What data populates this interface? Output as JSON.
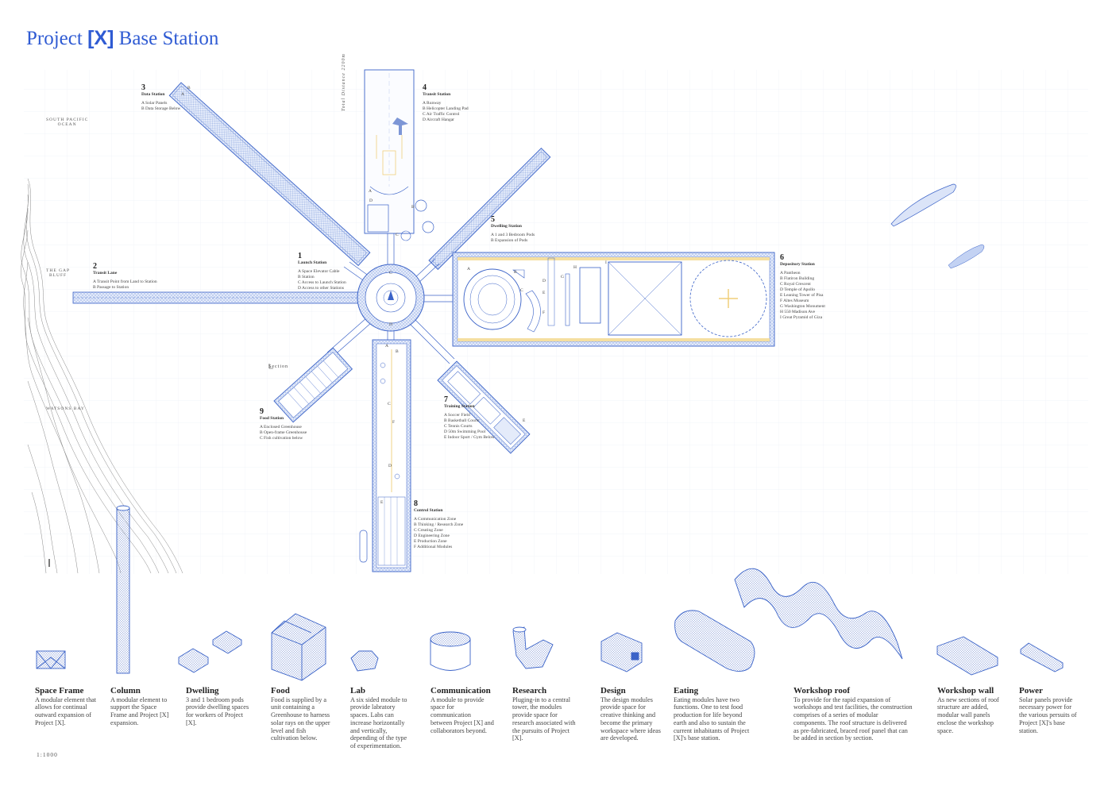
{
  "title": {
    "pre": "Project",
    "x": "[X]",
    "post": "Base Station"
  },
  "geo": {
    "ocean": [
      "SOUTH PACIFIC",
      "OCEAN"
    ],
    "bluff": [
      "THE GAP",
      "BLUFF"
    ],
    "bay": "WATSONS BAY"
  },
  "distance_label": "Total Distance 2200m",
  "section_label": "Section",
  "stations": [
    {
      "num": "1",
      "name": "Launch Station",
      "items": [
        "A  Space Elevator Cable",
        "B  Station",
        "C  Access to Launch Station",
        "D  Access to other Stations"
      ]
    },
    {
      "num": "2",
      "name": "Transit Lane",
      "items": [
        "A  Transit Point from Land to Station",
        "B  Passage to Station"
      ]
    },
    {
      "num": "3",
      "name": "Data Station",
      "items": [
        "A  Solar Panels",
        "B  Data Storage Below"
      ]
    },
    {
      "num": "4",
      "name": "Transit Station",
      "items": [
        "A  Runway",
        "B  Helicopter Landing Pad",
        "C  Air Traffic Control",
        "D  Aircraft Hangar"
      ]
    },
    {
      "num": "5",
      "name": "Dwelling Station",
      "items": [
        "A  1 and 3 Bedroom Pods",
        "B  Expansion of Pods"
      ]
    },
    {
      "num": "6",
      "name": "Depository Station",
      "items": [
        "A  Pantheon",
        "B  Flatiron Building",
        "C  Royal Crescent",
        "D  Temple of Apollo",
        "E  Leaning Tower of Pisa",
        "F  Altes Museum",
        "G  Washington Monument",
        "H  550 Madison Ave",
        "I  Great Pyramid of Giza"
      ]
    },
    {
      "num": "7",
      "name": "Training Station",
      "items": [
        "A  Soccer Field",
        "B  Basketball Courts",
        "C  Tennis Courts",
        "D  50m Swimming Pool",
        "E  Indoor Sport / Gym Below"
      ]
    },
    {
      "num": "8",
      "name": "Control Station",
      "items": [
        "A  Communication Zone",
        "B  Thinking / Research Zone",
        "C  Creating Zone",
        "D  Engineering Zone",
        "E  Production Zone",
        "F  Additional Modules"
      ]
    },
    {
      "num": "9",
      "name": "Food Station",
      "items": [
        "A  Enclosed Greenhouse",
        "B  Open-frame Greenhouse",
        "C  Fish cultivation below"
      ]
    }
  ],
  "plan_letters": [
    "A",
    "B",
    "C",
    "D",
    "A",
    "B",
    "C",
    "D",
    "E",
    "F",
    "G",
    "H",
    "I",
    "A",
    "B",
    "C",
    "D",
    "E",
    "A",
    "B",
    "C",
    "D",
    "E",
    "F"
  ],
  "modules": [
    {
      "title": "Space Frame",
      "text": "A modular element that allows for continual outward expansion of Project [X]."
    },
    {
      "title": "Column",
      "text": "A modular element to support the Space Frame and Project [X] expansion."
    },
    {
      "title": "Dwelling",
      "text": "3 and 1 bedroom pods provide dwelling spaces for workers of Project [X]."
    },
    {
      "title": "Food",
      "text": "Food is supplied by a unit containing a Greenhouse to harness solar rays on the upper level and fish cultivation below."
    },
    {
      "title": "Lab",
      "text": "A six sided module to provide labratory spaces. Labs can increase horizontally and vertically, depending of the type of experimentation."
    },
    {
      "title": "Communication",
      "text": "A module to provide space for communication between Project [X] and collaborators beyond."
    },
    {
      "title": "Research",
      "text": "Pluging-in to a central tower, the modules provide space for research associated with the pursuits of Project [X]."
    },
    {
      "title": "Design",
      "text": "The design modules provide space for creative thinking and become the primary workspace where ideas are developed."
    },
    {
      "title": "Eating",
      "text": "Eating modules have two functions. One to test food production for life beyond earth and also to sustain the current inhabitants of Project [X]'s base station."
    },
    {
      "title": "Workshop roof",
      "text": "To provide for the rapid expansion of workshops and test facilities, the construction comprises of a series of modular components. The roof structure is delivered as pre-fabricated, braced roof panel that can be added in section by section."
    },
    {
      "title": "Workshop wall",
      "text": "As new sections of roof structure are added, modular wall panels enclose the workshop space."
    },
    {
      "title": "Power",
      "text": "Solar panels provide necessary power for the various persuits of Project [X]'s base station."
    }
  ],
  "scale": "1:1000",
  "colors": {
    "accent": "#2f5bd3",
    "line": "#3b63c8",
    "hatch": "#c9d6f2",
    "yellow": "#f5dfa0",
    "grid": "#eef1f6"
  }
}
